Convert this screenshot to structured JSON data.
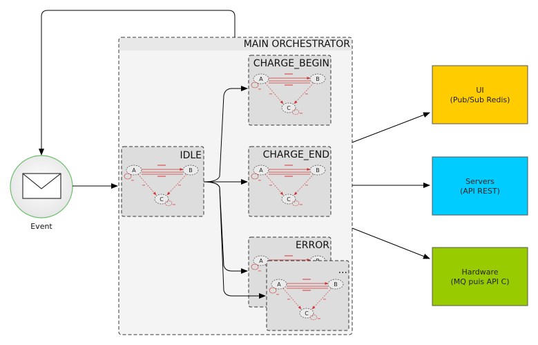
{
  "event": {
    "label": "Event",
    "icon": "envelope-icon"
  },
  "orchestrator": {
    "title": "MAIN ORCHESTRATOR"
  },
  "states": {
    "idle": "IDLE",
    "charge_begin": "CHARGE_BEGIN",
    "charge_end": "CHARGE_END",
    "error": "ERROR",
    "more": "..."
  },
  "mini_nodes": {
    "a": "A",
    "b": "B",
    "c": "C"
  },
  "targets": {
    "ui": {
      "line1": "UI",
      "line2": "(Pub/Sub Redis)",
      "color": "#ffcc00"
    },
    "servers": {
      "line1": "Servers",
      "line2": "(API REST)",
      "color": "#00ccff"
    },
    "hardware": {
      "line1": "Hardware",
      "line2": "(MQ puis API C)",
      "color": "#99cc00"
    }
  },
  "colors": {
    "orchestrator_fill": "#f4f4f4",
    "state_fill": "#dddddd",
    "event_stroke": "#6bbf6b",
    "mini_edge": "#cc3333"
  }
}
